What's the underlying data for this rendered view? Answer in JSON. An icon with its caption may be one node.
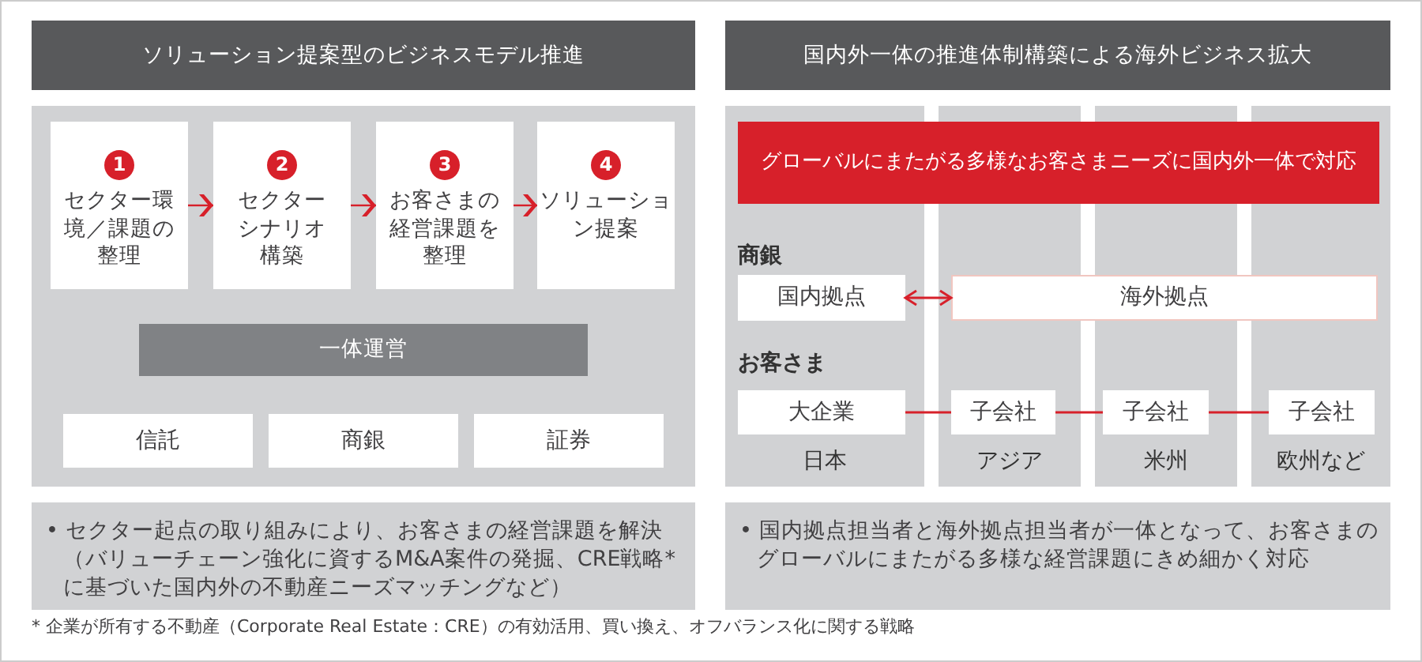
{
  "diagram": {
    "nodes": [
      {
        "text": [
          "ソリューション提案型のビジネスモデル推進"
        ]
      },
      {
        "text": [],
        "shape": "box"
      },
      {
        "text": [
          "セクター環境／課題の整理"
        ],
        "in": 1
      },
      {
        "text": [
          "1"
        ],
        "in": 2
      },
      {
        "text": [
          "セクターシナリオ構築"
        ],
        "in": 1
      },
      {
        "text": [
          "2"
        ],
        "in": 4
      },
      {
        "text": [
          "お客さまの経営課題を整理"
        ],
        "in": 1
      },
      {
        "text": [
          "3"
        ],
        "in": 6
      },
      {
        "text": [
          "ソリューション提案"
        ],
        "in": 1
      },
      {
        "text": [
          "4"
        ],
        "in": 8
      },
      {
        "text": [
          "一体運営"
        ],
        "in": 1
      },
      {
        "text": [
          "信託"
        ],
        "in": 1
      },
      {
        "text": [
          "商銀"
        ],
        "in": 1
      },
      {
        "text": [
          "証券"
        ],
        "in": 1
      },
      {
        "text": [
          "• セクター起点の取り組みにより、お客さまの経営課題を解決（バリューチェーン強化に資するM&A案件の発掘、CRE戦略*に基づいた国内外の不動産ニーズマッチングなど）"
        ]
      },
      {
        "text": [
          "国内外一体の推進体制構築による海外ビジネス拡大"
        ]
      },
      {
        "text": [
          "日本"
        ]
      },
      {
        "text": [
          "アジア"
        ]
      },
      {
        "text": [
          "米州"
        ]
      },
      {
        "text": [
          "欧州など"
        ]
      },
      {
        "text": [
          "グローバルにまたがる多様なお客さまニーズに国内外一体で対応"
        ]
      },
      {
        "text": [
          "国内拠点"
        ],
        "in": 16
      },
      {
        "text": [
          "海外拠点"
        ]
      },
      {
        "text": [
          "大企業"
        ],
        "in": 16
      },
      {
        "text": [
          "子会社"
        ],
        "in": 17
      },
      {
        "text": [
          "子会社"
        ],
        "in": 18
      },
      {
        "text": [
          "子会社"
        ],
        "in": 19
      },
      {
        "text": [
          "• 国内拠点担当者と海外拠点担当者が一体となって、お客さまのグローバルにまたがる多様な経営課題にきめ細かく対応"
        ]
      }
    ],
    "edges": [
      {
        "from": 2,
        "to": 4,
        "arrow": "to"
      },
      {
        "from": 4,
        "to": 6,
        "arrow": "to"
      },
      {
        "from": 6,
        "to": 8,
        "arrow": "to"
      },
      {
        "from": 21,
        "to": 22,
        "arrow": "both"
      },
      {
        "from": 23,
        "to": 24,
        "arrow": "none"
      },
      {
        "from": 24,
        "to": 25,
        "arrow": "none"
      },
      {
        "from": 25,
        "to": 26,
        "arrow": "none"
      }
    ],
    "labels": [
      "商銀",
      "お客さま",
      "* 企業が所有する不動産（Corporate Real Estate：CRE）の有効活用、買い換え、オフバランス化に関する戦略"
    ]
  }
}
